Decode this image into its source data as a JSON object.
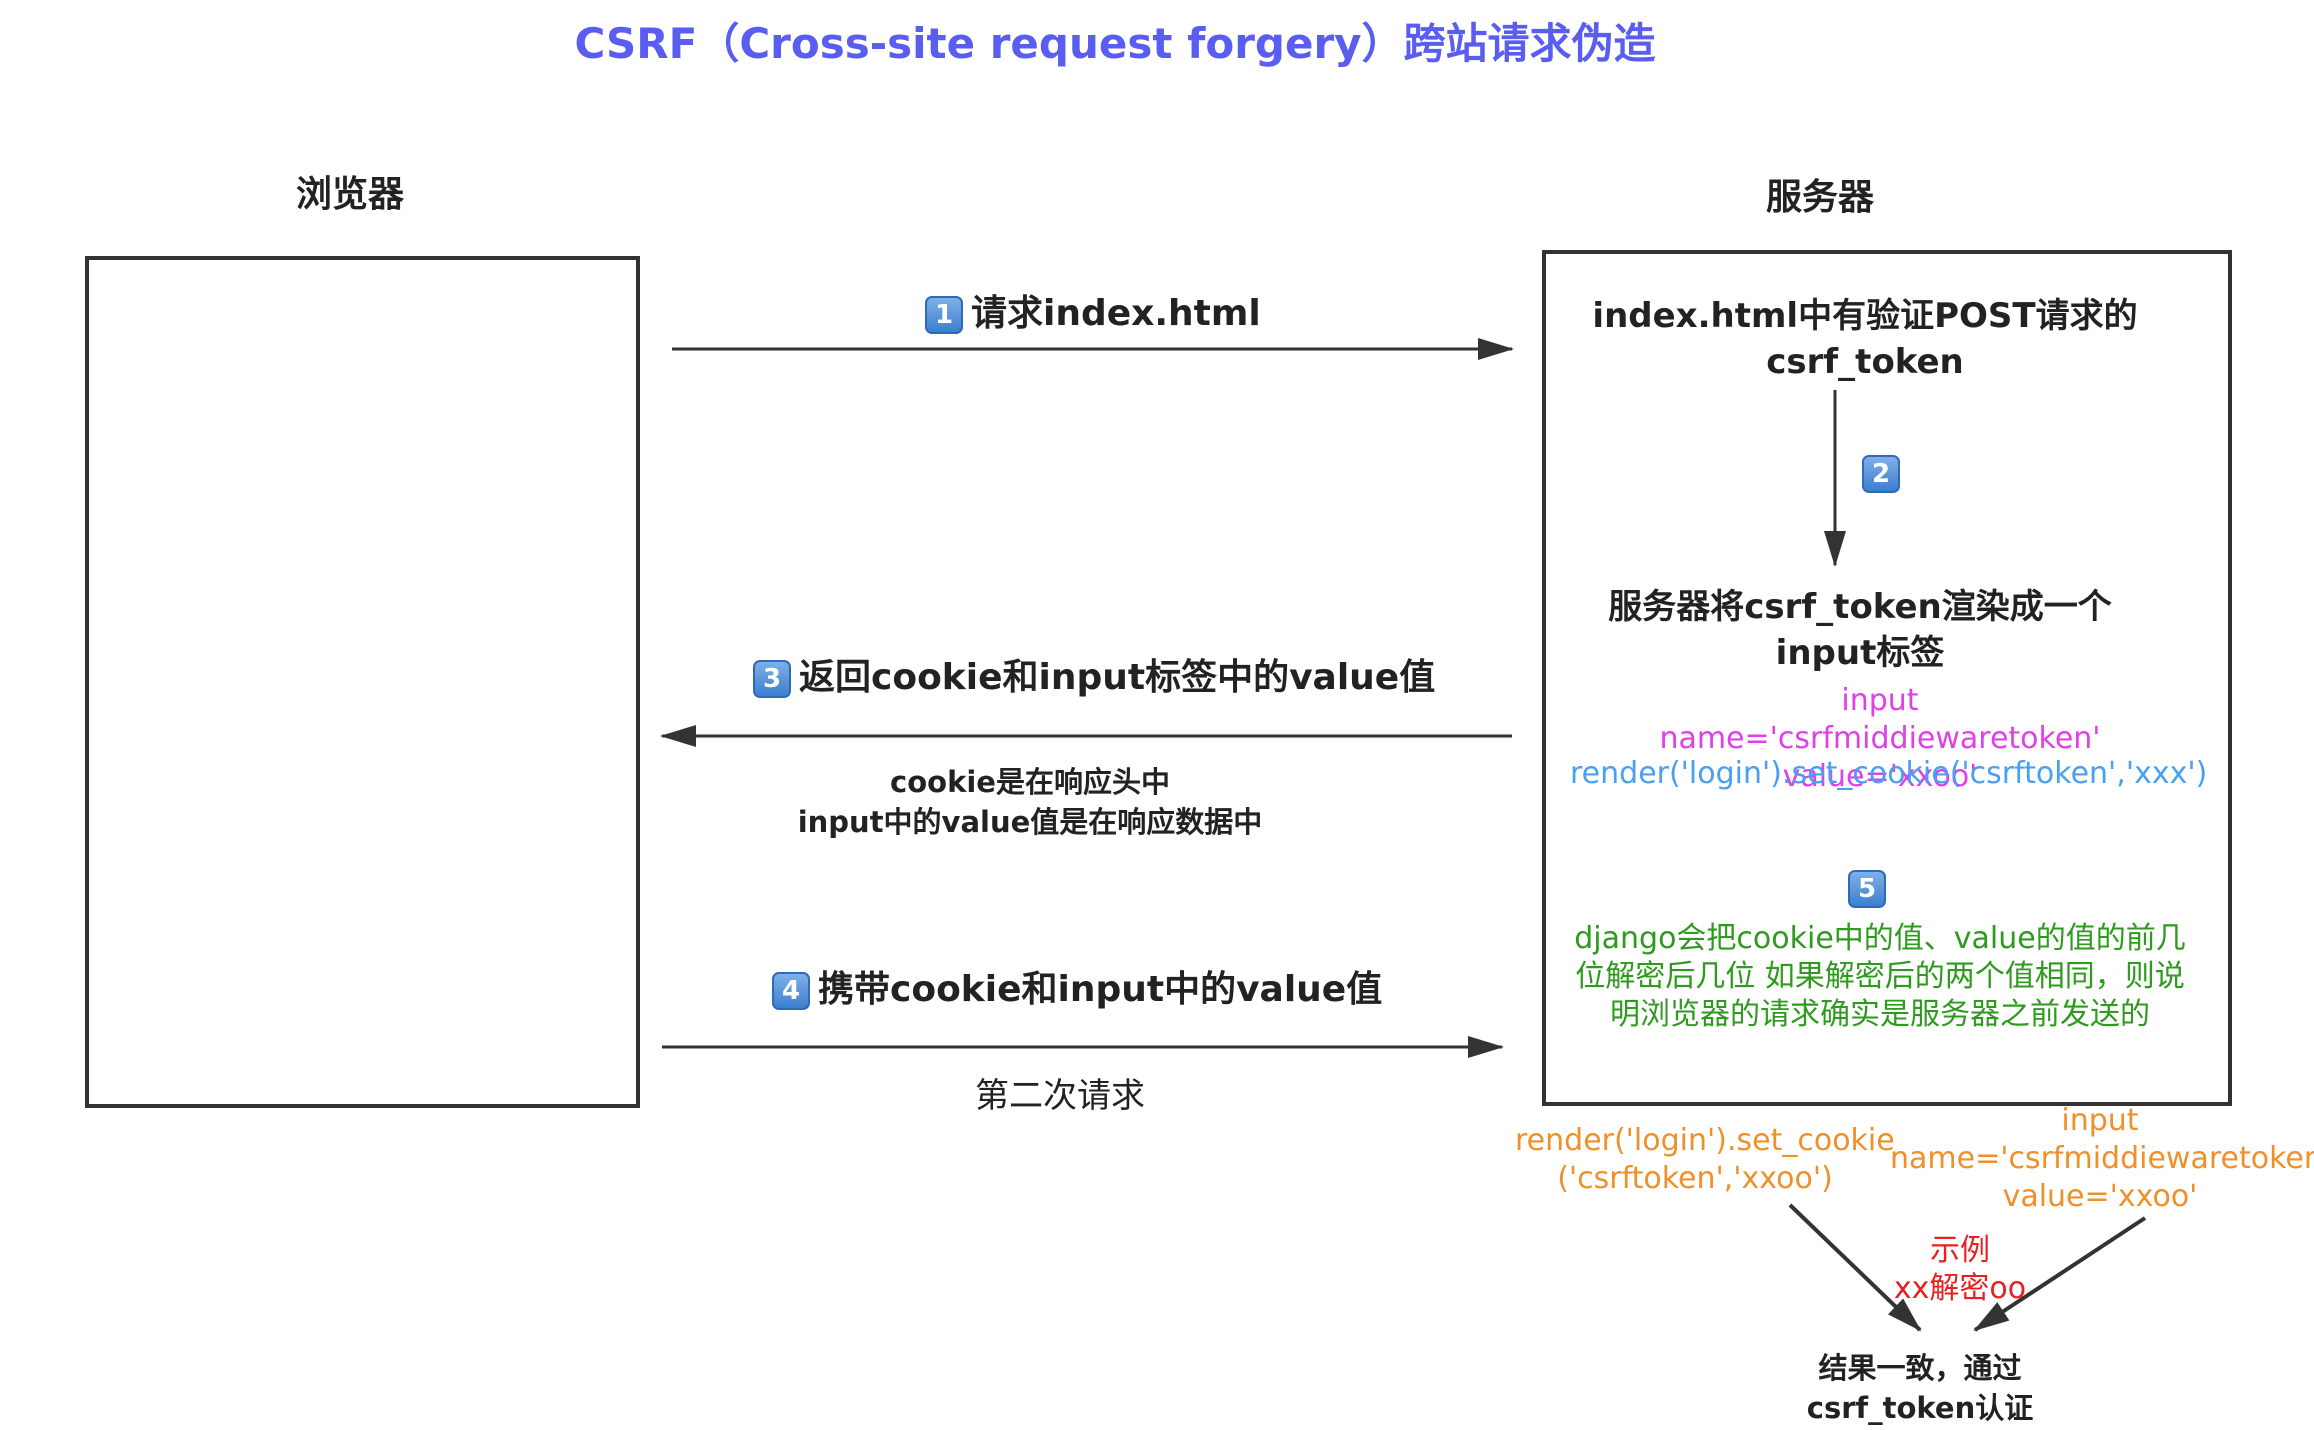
{
  "title": "CSRF（Cross-site request forgery）跨站请求伪造",
  "browser": {
    "label": "浏览器"
  },
  "server": {
    "label": "服务器",
    "box_text": "index.html中有验证POST请求的 csrf_token",
    "render_text": "服务器将csrf_token渲染成一个 input标签",
    "input_code": "input name='csrfmiddiewaretoken' value='xxoo'",
    "cookie_code": "render('login').set_cookie('csrftoken','xxx')",
    "django_text": "django会把cookie中的值、value的值的前几位解密后几位 如果解密后的两个值相同，则说明浏览器的请求确实是服务器之前发送的"
  },
  "steps": [
    {
      "num": "1",
      "label": "请求index.html"
    },
    {
      "num": "2",
      "label": ""
    },
    {
      "num": "3",
      "label": "返回cookie和input标签中的value值"
    },
    {
      "num": "4",
      "label": "携带cookie和input中的value值"
    },
    {
      "num": "5",
      "label": ""
    }
  ],
  "step3_note": {
    "line1": "cookie是在响应头中",
    "line2": "input中的value值是在响应数据中"
  },
  "step4_note": "第二次请求",
  "example": {
    "cookie_code": "render('login').set_cookie ('csrftoken','xxoo')",
    "input_code": "input name='csrfmiddiewaretoken' value='xxoo'",
    "label": "示例",
    "decrypt": "xx解密oo",
    "result": "结果一致，通过 csrf_token认证"
  },
  "colors": {
    "title": "#5a5ef0",
    "magenta": "#e040e8",
    "blue": "#4aa0f0",
    "green": "#2e9a1e",
    "orange": "#f0902a",
    "red": "#e82020"
  }
}
